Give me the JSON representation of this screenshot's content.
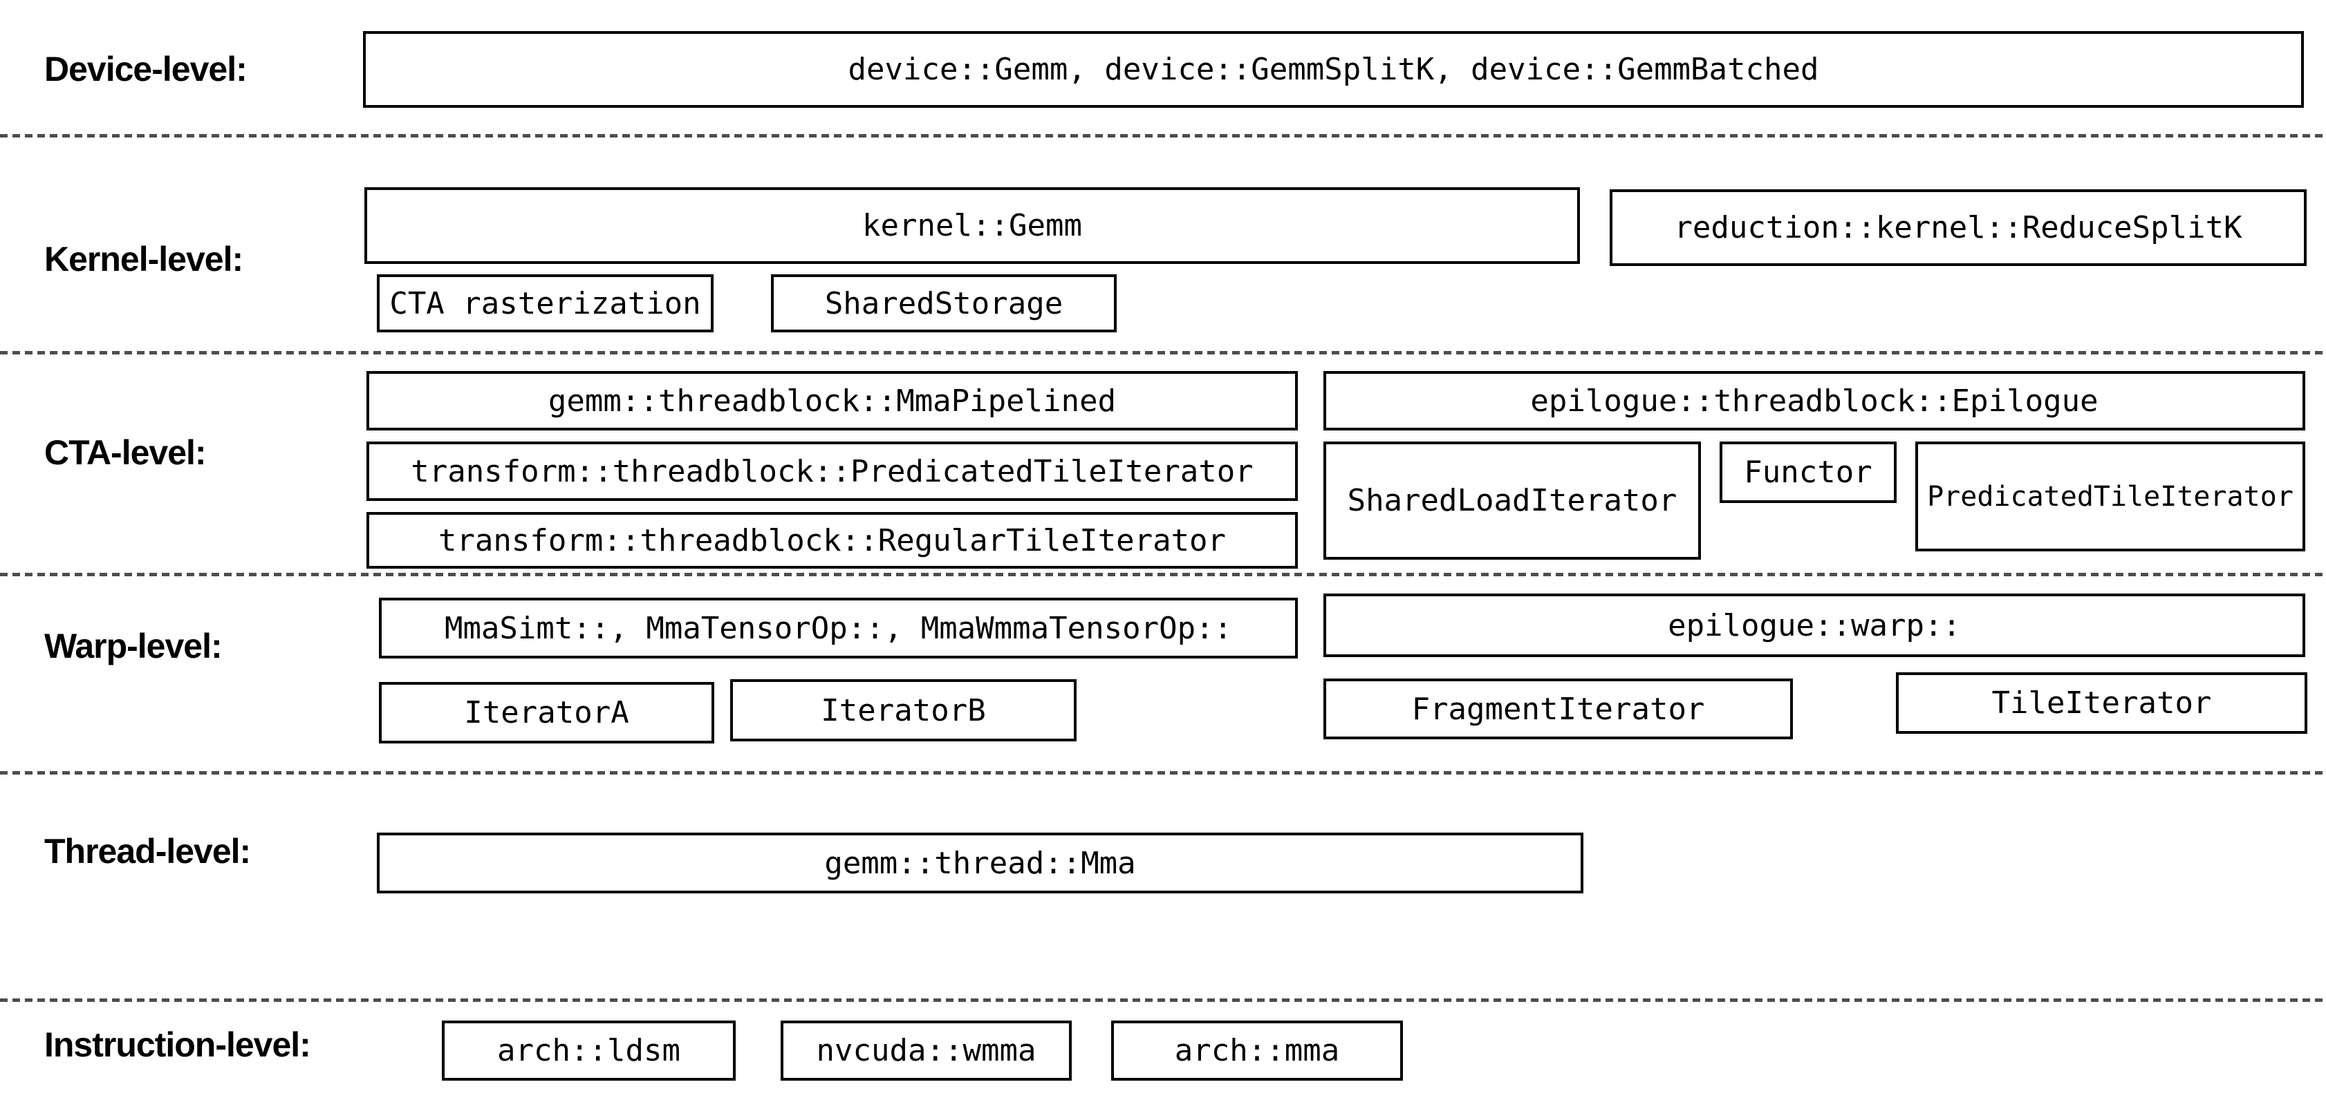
{
  "colors": {
    "box_border": "#000000",
    "box_background": "#ffffff",
    "page_background": "#ffffff",
    "separator": "#4d4d4d",
    "text": "#000000"
  },
  "levels": {
    "device": {
      "label": "Device-level:",
      "main_box": "device::Gemm, device::GemmSplitK, device::GemmBatched"
    },
    "kernel": {
      "label": "Kernel-level:",
      "gemm_box": "kernel::Gemm",
      "reduce_box": "reduction::kernel::ReduceSplitK",
      "cta_rasterization_box": "CTA rasterization",
      "shared_storage_box": "SharedStorage"
    },
    "cta": {
      "label": "CTA-level:",
      "mma_pipelined_box": "gemm::threadblock::MmaPipelined",
      "predicated_tile_iterator_box": "transform::threadblock::PredicatedTileIterator",
      "regular_tile_iterator_box": "transform::threadblock::RegularTileIterator",
      "epilogue_box": "epilogue::threadblock::Epilogue",
      "shared_load_iterator_box": "SharedLoadIterator",
      "functor_box": "Functor",
      "epilogue_predicated_tile_iterator_box": "PredicatedTileIterator"
    },
    "warp": {
      "label": "Warp-level:",
      "mma_box": "MmaSimt::, MmaTensorOp::, MmaWmmaTensorOp::",
      "iterator_a_box": "IteratorA",
      "iterator_b_box": "IteratorB",
      "epilogue_warp_box": "epilogue::warp::",
      "fragment_iterator_box": "FragmentIterator",
      "tile_iterator_box": "TileIterator"
    },
    "thread": {
      "label": "Thread-level:",
      "mma_box": "gemm::thread::Mma"
    },
    "instruction": {
      "label": "Instruction-level:",
      "ldsm_box": "arch::ldsm",
      "wmma_box": "nvcuda::wmma",
      "mma_box": "arch::mma"
    }
  }
}
